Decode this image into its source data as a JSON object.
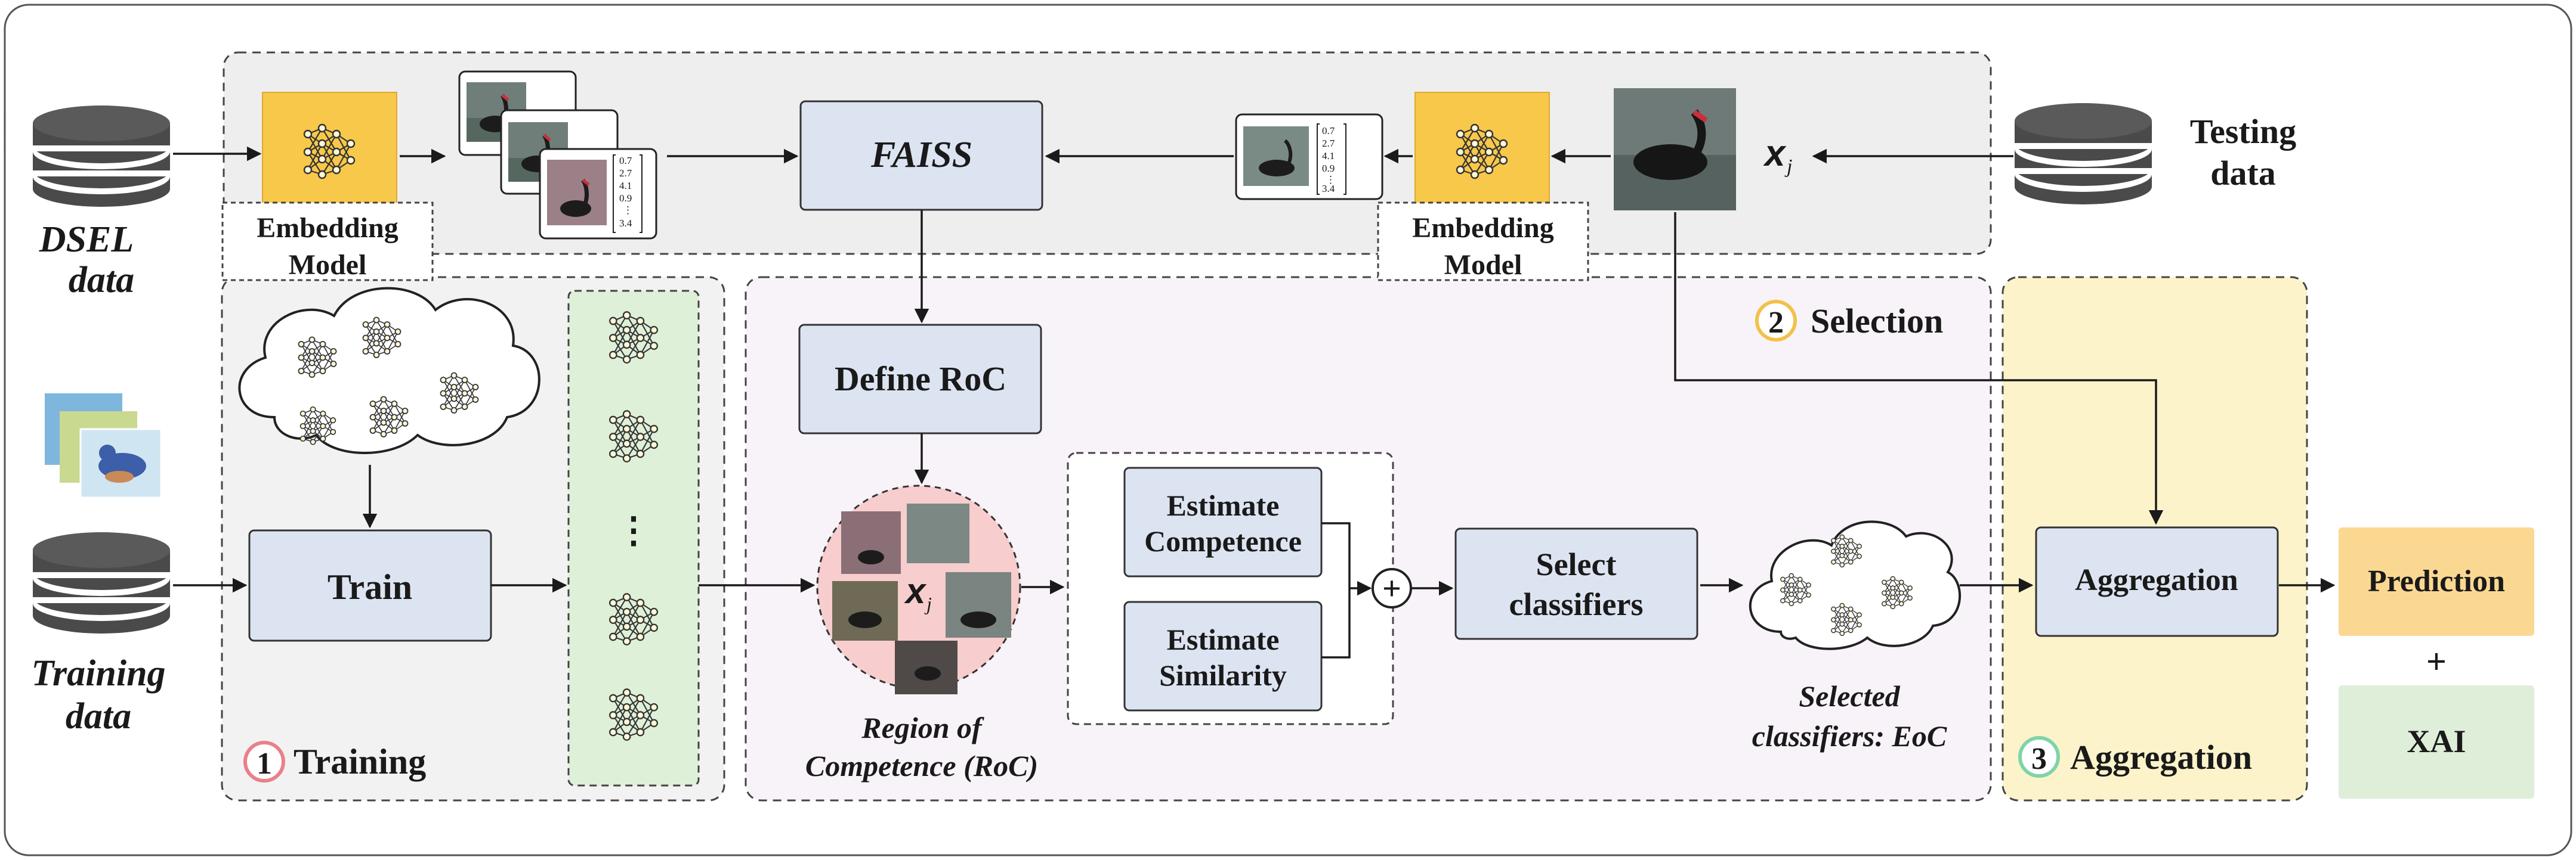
{
  "inputs": {
    "dsel": [
      "DSEL",
      "data"
    ],
    "training": [
      "Training",
      "data"
    ],
    "testing": [
      "Testing",
      "data"
    ]
  },
  "embedding_model_left": [
    "Embedding",
    "Model"
  ],
  "embedding_model_right": [
    "Embedding",
    "Model"
  ],
  "faiss": "FAISS",
  "query_symbol": "x",
  "query_subscript": "j",
  "feature_vector_values": [
    "0.7",
    "2.7",
    "4.1",
    "0.9",
    "⋮",
    "3.4"
  ],
  "define_roc": "Define RoC",
  "roc_caption": [
    "Region of",
    "Competence (RoC)"
  ],
  "train": "Train",
  "pool_ellipsis": "⋮",
  "estimate_competence": [
    "Estimate",
    "Competence"
  ],
  "estimate_similarity": [
    "Estimate",
    "Similarity"
  ],
  "combine_symbol": "+",
  "select_classifiers": [
    "Select",
    "classifiers"
  ],
  "selected_caption": [
    "Selected",
    "classifiers: EoC"
  ],
  "aggregation": "Aggregation",
  "prediction": "Prediction",
  "plus": "+",
  "xai": "XAI",
  "stages": [
    {
      "number": "1",
      "label": "Training",
      "ring_color": "#e8808a"
    },
    {
      "number": "2",
      "label": "Selection",
      "ring_color": "#f2c14a"
    },
    {
      "number": "3",
      "label": "Aggregation",
      "ring_color": "#7fd4a8"
    }
  ],
  "colors": {
    "box_blue": "#dde4f1",
    "embedding_yellow": "#f8c84a",
    "prediction_orange": "#fbd891",
    "xai_green": "#deeed9",
    "aggregation_panel": "#fcf3ca",
    "selection_panel": "#f8f3f8",
    "training_panel": "#f2f2f2",
    "pool_green": "#dff0d8",
    "roc_pink": "#f7cdcd",
    "top_panel": "#eeeeee"
  }
}
